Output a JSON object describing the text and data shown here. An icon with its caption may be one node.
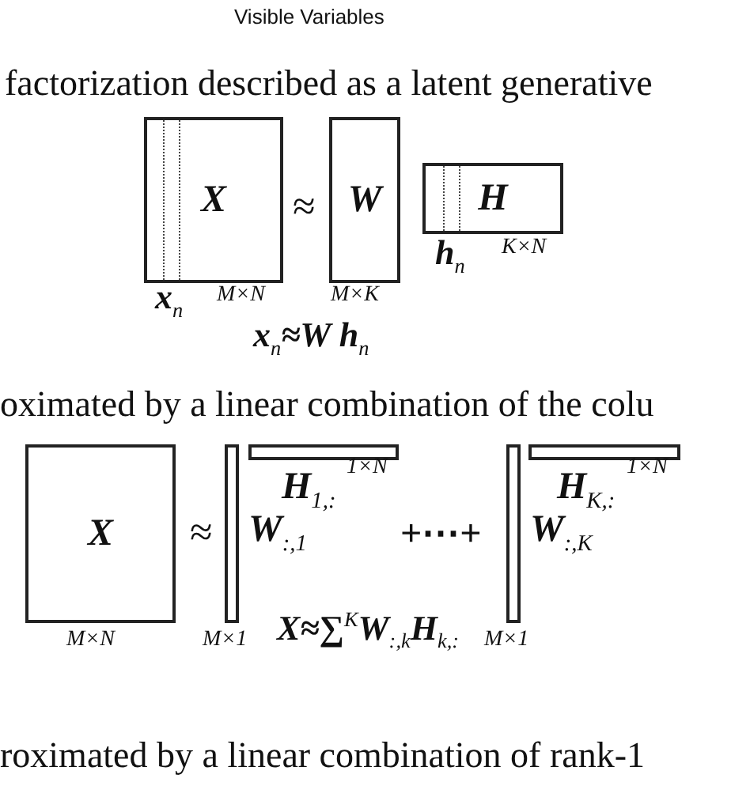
{
  "diagram": {
    "nodes": [
      {
        "text": [
          "X"
        ],
        "beside": [
          "x$_{n}$",
          "M×N"
        ]
      },
      {
        "text": [
          "W"
        ],
        "beside": [
          "M×K"
        ]
      },
      {
        "text": [
          "H"
        ],
        "beside": [
          "h$_{n}$",
          "K×N"
        ]
      },
      {
        "text": [
          "X"
        ],
        "beside": [
          "M×N"
        ]
      },
      {
        "text": [],
        "shape": "bar",
        "beside": [
          "W$_{:,1}$",
          "M×1"
        ]
      },
      {
        "text": [],
        "shape": "bar",
        "beside": [
          "H$_{1,:}$",
          "1×N"
        ]
      },
      {
        "text": [],
        "shape": "bar",
        "beside": [
          "W$_{:,K}$",
          "M×1"
        ]
      },
      {
        "text": [],
        "shape": "bar",
        "beside": [
          "H$_{K,:}$",
          "1×N"
        ]
      }
    ],
    "edges": [],
    "labels": [
      "Visible Variables",
      "factorization described as a latent generative",
      "≈",
      "x$_{n}$≈W h$_{n}$",
      "oximated by a linear combination of the colu",
      "≈",
      "+⋯+",
      "X≈∑$^{K}$W$_{:,k}$H$_{k,:}$",
      "roximated by a linear combination of rank-1"
    ]
  }
}
